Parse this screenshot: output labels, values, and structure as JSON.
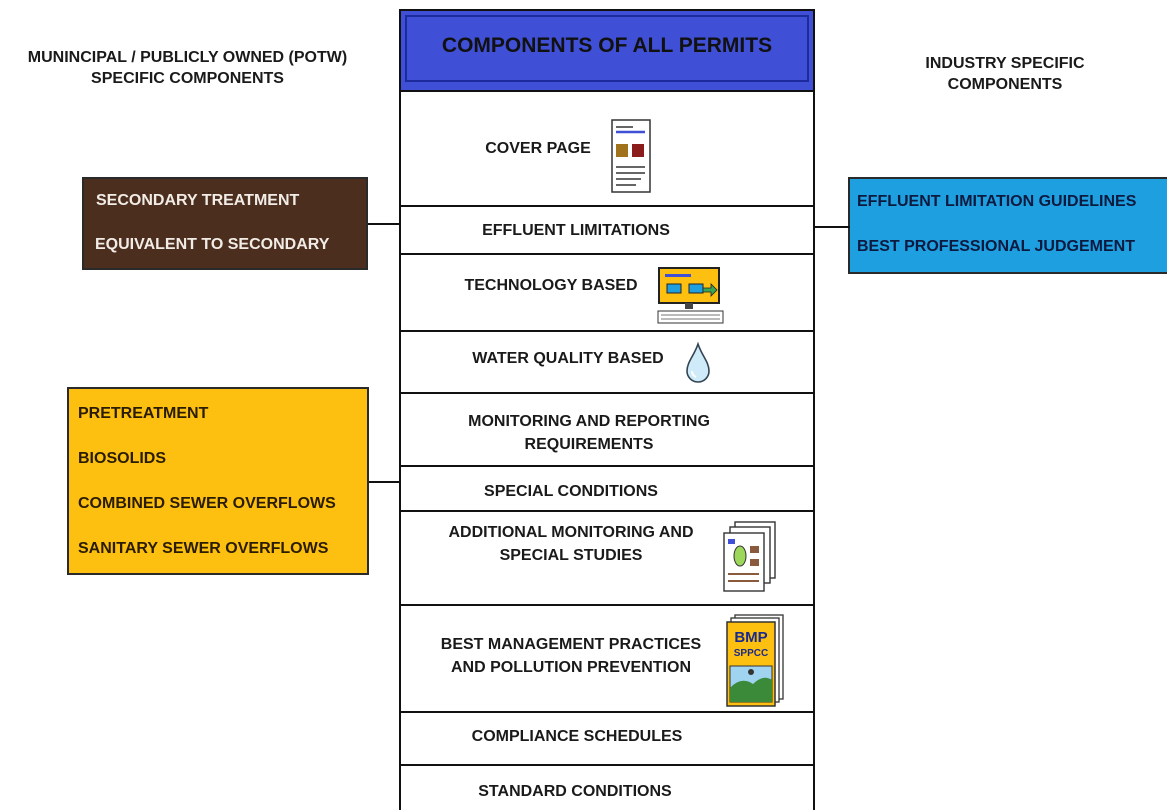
{
  "left_heading": [
    "MUNINCIPAL / PUBLICLY OWNED (POTW)",
    "SPECIFIC COMPONENTS"
  ],
  "right_heading": [
    "INDUSTRY SPECIFIC",
    "COMPONENTS"
  ],
  "column": {
    "title": "COMPONENTS OF ALL PERMITS",
    "rows": [
      {
        "lines": [
          "COVER PAGE"
        ],
        "icon": "document-icon"
      },
      {
        "lines": [
          "EFFLUENT LIMITATIONS"
        ]
      },
      {
        "lines": [
          "TECHNOLOGY BASED"
        ],
        "icon": "computer-icon"
      },
      {
        "lines": [
          "WATER QUALITY BASED"
        ],
        "icon": "water-drop-icon"
      },
      {
        "lines": [
          "MONITORING AND REPORTING",
          "REQUIREMENTS"
        ]
      },
      {
        "lines": [
          "SPECIAL CONDITIONS"
        ]
      },
      {
        "lines": [
          "ADDITIONAL MONITORING AND",
          "SPECIAL STUDIES"
        ],
        "icon": "reports-stack-icon"
      },
      {
        "lines": [
          "BEST MANAGEMENT PRACTICES",
          "AND POLLUTION PREVENTION"
        ],
        "icon": "bmp-plan-icon"
      },
      {
        "lines": [
          "COMPLIANCE SCHEDULES"
        ]
      },
      {
        "lines": [
          "STANDARD CONDITIONS"
        ]
      }
    ]
  },
  "potw_box": {
    "items": [
      "SECONDARY TREATMENT",
      "EQUIVALENT TO SECONDARY"
    ]
  },
  "industry_box": {
    "items": [
      "EFFLUENT LIMITATION GUIDELINES",
      "BEST PROFESSIONAL JUDGEMENT"
    ]
  },
  "programs_box": {
    "items": [
      "PRETREATMENT",
      "BIOSOLIDS",
      "COMBINED SEWER OVERFLOWS",
      "SANITARY SEWER OVERFLOWS"
    ]
  },
  "bmp_icon_text": {
    "line1": "BMP",
    "line2": "SPPCC"
  },
  "colors": {
    "header": "#3f4fd6",
    "potw_box": "#4b2e1e",
    "industry_box": "#1e9fe0",
    "programs_box": "#fdc010"
  }
}
